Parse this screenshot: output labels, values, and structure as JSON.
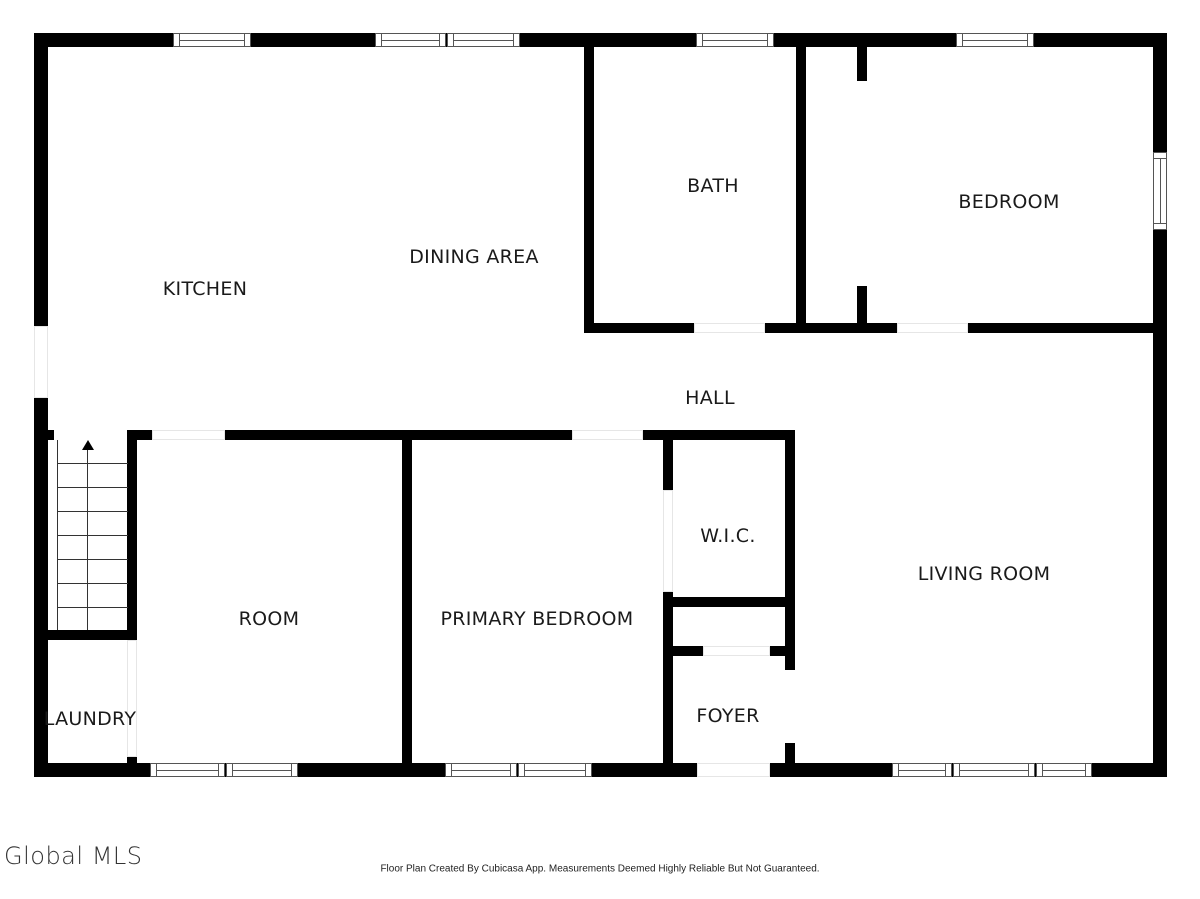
{
  "rooms": {
    "kitchen": "KITCHEN",
    "dining_area": "DINING AREA",
    "bath": "BATH",
    "bedroom": "BEDROOM",
    "hall": "HALL",
    "wic": "W.I.C.",
    "living_room": "LIVING ROOM",
    "room": "ROOM",
    "primary_bedroom": "PRIMARY BEDROOM",
    "foyer": "FOYER",
    "laundry": "LAUNDRY"
  },
  "footer": {
    "logo": "Global MLS",
    "disclaimer": "Floor Plan Created By Cubicasa App. Measurements Deemed Highly Reliable But Not Guaranteed."
  },
  "colors": {
    "wall": "#000000",
    "background": "#ffffff",
    "window_frame": "#555555"
  }
}
